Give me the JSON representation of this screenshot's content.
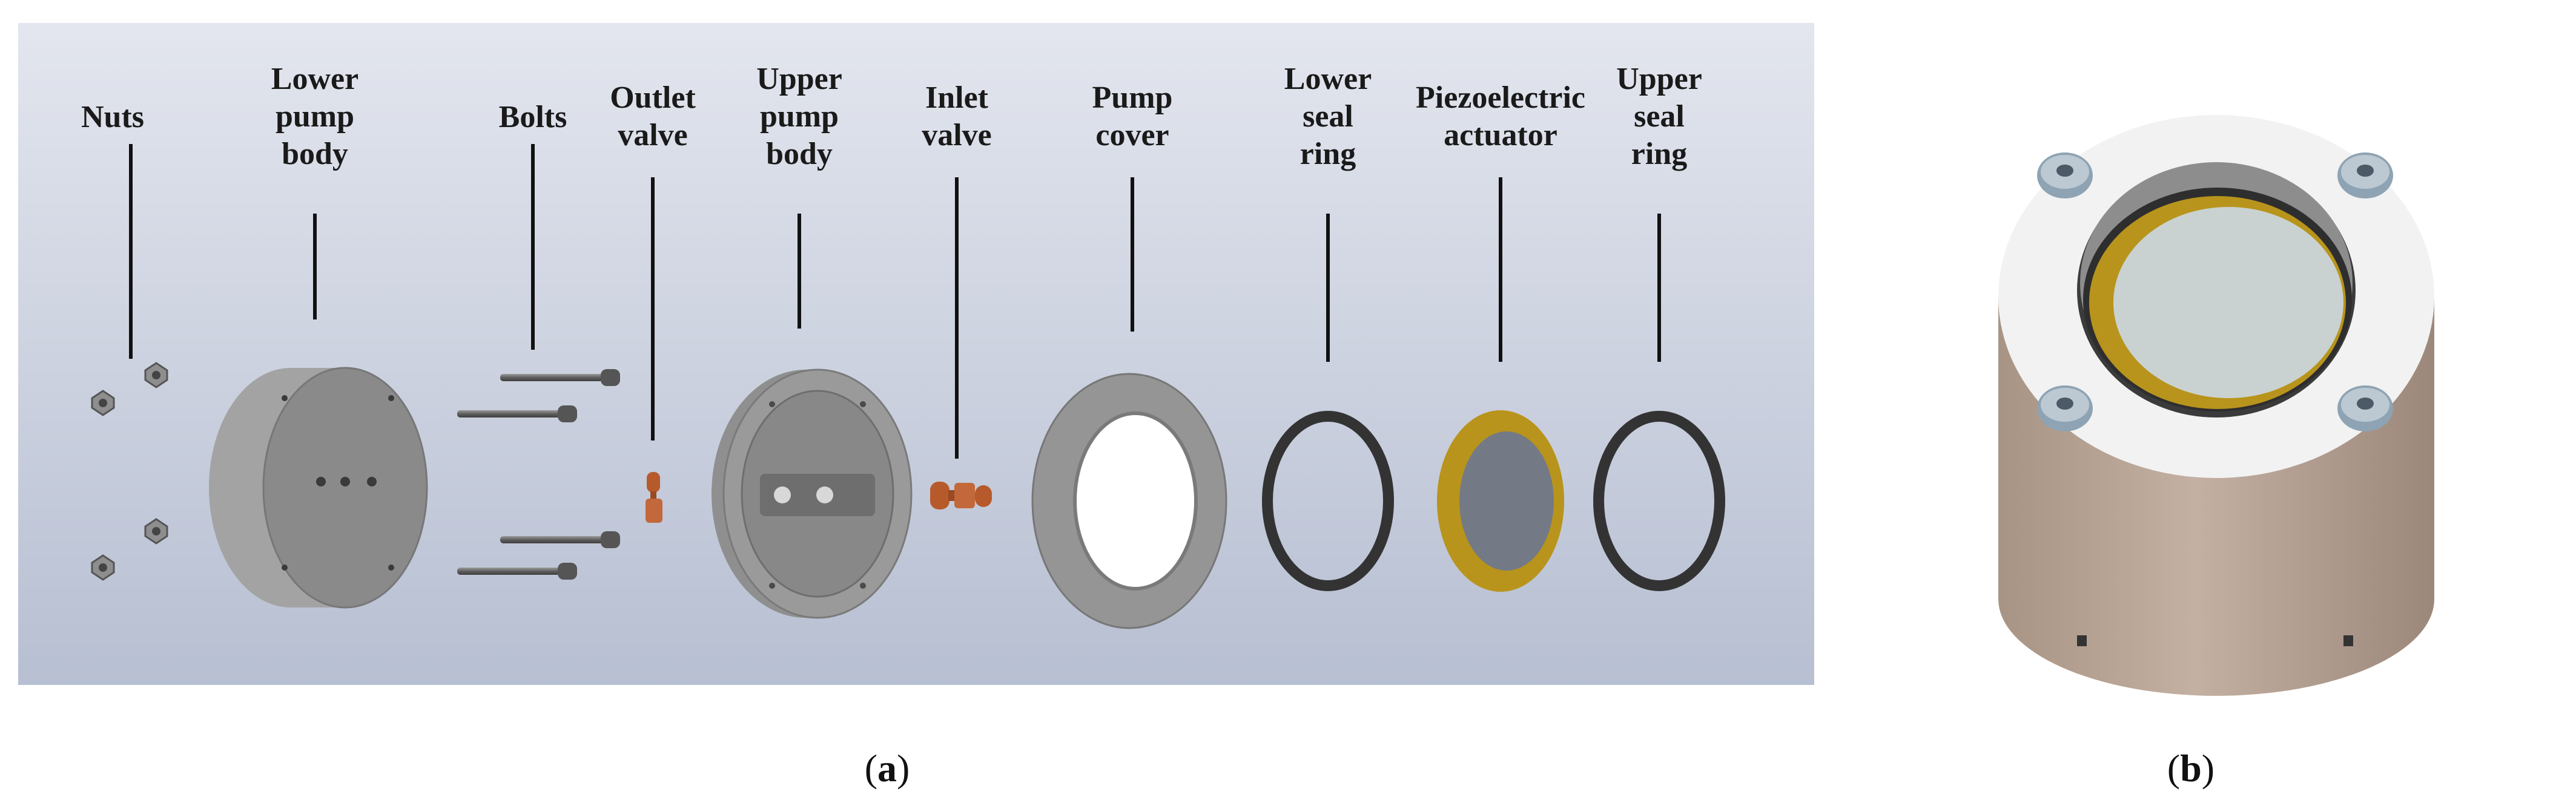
{
  "panel_a": {
    "components": [
      {
        "id": "nuts",
        "label": "Nuts"
      },
      {
        "id": "lower-pump-body",
        "label": "Lower\npump\nbody"
      },
      {
        "id": "bolts",
        "label": "Bolts"
      },
      {
        "id": "outlet-valve",
        "label": "Outlet\nvalve"
      },
      {
        "id": "upper-pump-body",
        "label": "Upper\npump\nbody"
      },
      {
        "id": "inlet-valve",
        "label": "Inlet\nvalve"
      },
      {
        "id": "pump-cover",
        "label": "Pump\ncover"
      },
      {
        "id": "lower-seal-ring",
        "label": "Lower\nseal\nring"
      },
      {
        "id": "piezoelectric-actuator",
        "label": "Piezoelectric\nactuator"
      },
      {
        "id": "upper-seal-ring",
        "label": "Upper\nseal\nring"
      }
    ],
    "caption_letter": "a"
  },
  "panel_b": {
    "caption_letter": "b"
  },
  "colors": {
    "background_panel": "#c6ccdc",
    "metal": "#8c8c8c",
    "seal_ring": "#333333",
    "piezo_brass": "#b8941c",
    "valve_copper": "#b65a2c",
    "body_white": "#f2f2f2",
    "body_bronze": "#b39d8c"
  }
}
